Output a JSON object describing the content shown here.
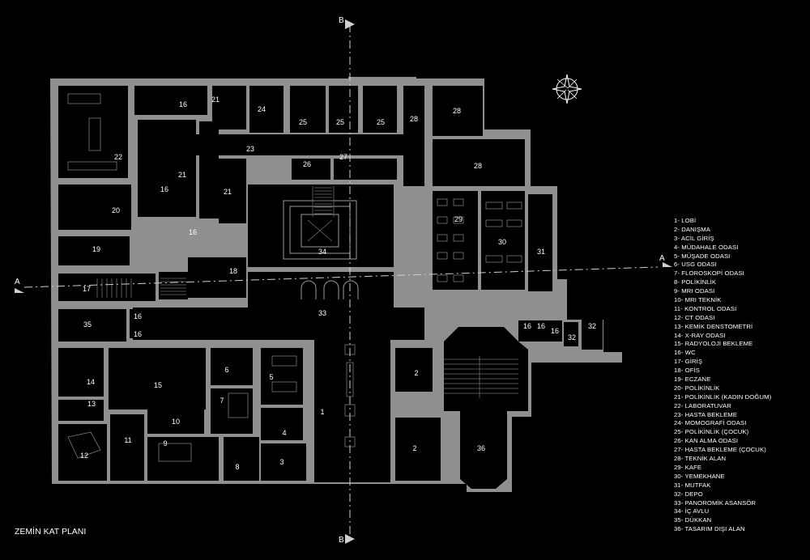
{
  "title": "ZEMİN KAT PLANI",
  "section_marks": {
    "a_left": "A",
    "a_right": "A",
    "b_top": "B",
    "b_bottom": "B"
  },
  "compass_icon": "north-arrow-icon",
  "room_numbers": {
    "r1": "1",
    "r2a": "2",
    "r2b": "2",
    "r3": "3",
    "r4": "4",
    "r5": "5",
    "r6": "6",
    "r7": "7",
    "r8": "8",
    "r9": "9",
    "r10": "10",
    "r11": "11",
    "r12": "12",
    "r13": "13",
    "r14": "14",
    "r15": "15",
    "r16a": "16",
    "r16b": "16",
    "r16c": "16",
    "r16d": "16",
    "r16e": "16",
    "r16f": "16",
    "r16g": "16",
    "r16h": "16",
    "r17": "17",
    "r18": "18",
    "r19": "19",
    "r20": "20",
    "r21a": "21",
    "r21b": "21",
    "r21c": "21",
    "r22": "22",
    "r23": "23",
    "r24": "24",
    "r25a": "25",
    "r25b": "25",
    "r25c": "25",
    "r26": "26",
    "r27": "27",
    "r28a": "28",
    "r28b": "28",
    "r28c": "28",
    "r29": "29",
    "r30": "30",
    "r31": "31",
    "r32a": "32",
    "r32b": "32",
    "r33": "33",
    "r34": "34",
    "r35": "35",
    "r36": "36"
  },
  "legend": [
    "1- LOBİ",
    "2- DANIŞMA",
    "3- ACİL GİRİŞ",
    "4- MÜDAHALE ODASI",
    "5- MÜŞADE ODASI",
    "6- USG ODASI",
    "7- FLOROSKOPİ ODASI",
    "8- POLİKİNLİK",
    "9- MRI ODASI",
    "10- MRI TEKNİK",
    "11- KONTROL ODASI",
    "12- CT ODASI",
    "13- KEMİK DENSTOMETRİ",
    "14- X-RAY ODASI",
    "15- RADYOLOJİ BEKLEME",
    "16- WC",
    "17- GİRİŞ",
    "18- OFİS",
    "19- ECZANE",
    "20- POLİKİNLİK",
    "21- POLİKİNLİK (KADIN DOĞUM)",
    "22- LABORATUVAR",
    "23- HASTA BEKLEME",
    "24- MOMOGRAFİ ODASI",
    "25- POLİKİNLİK (ÇOCUK)",
    "26- KAN ALMA ODASI",
    "27- HASTA BEKLEME (ÇOCUK)",
    "28- TEKNİK ALAN",
    "29- KAFE",
    "30- YEMEKHANE",
    "31- MUTFAK",
    "32- DEPO",
    "33- PANOROMİK ASANSÖR",
    "34- İÇ AVLU",
    "35- DÜKKAN",
    "36- TASARIM DIŞI ALAN"
  ]
}
